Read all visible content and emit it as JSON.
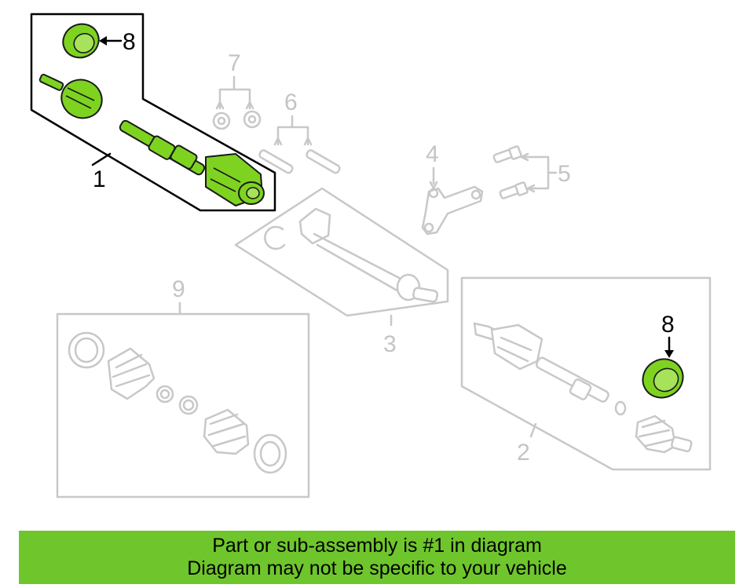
{
  "diagram": {
    "callouts": {
      "p1": "1",
      "p2": "2",
      "p3": "3",
      "p4": "4",
      "p5": "5",
      "p6": "6",
      "p7": "7",
      "p8_top": "8",
      "p8_right": "8",
      "p9": "9"
    },
    "highlighted_part": "1",
    "colors": {
      "highlight": "#7ed321",
      "outline_inactive": "#c8c8c8",
      "outline_active": "#000000",
      "banner": "#6fc62c"
    }
  },
  "banner": {
    "line1": "Part or sub-assembly is #1 in diagram",
    "line2": "Diagram may not be specific to your vehicle"
  }
}
